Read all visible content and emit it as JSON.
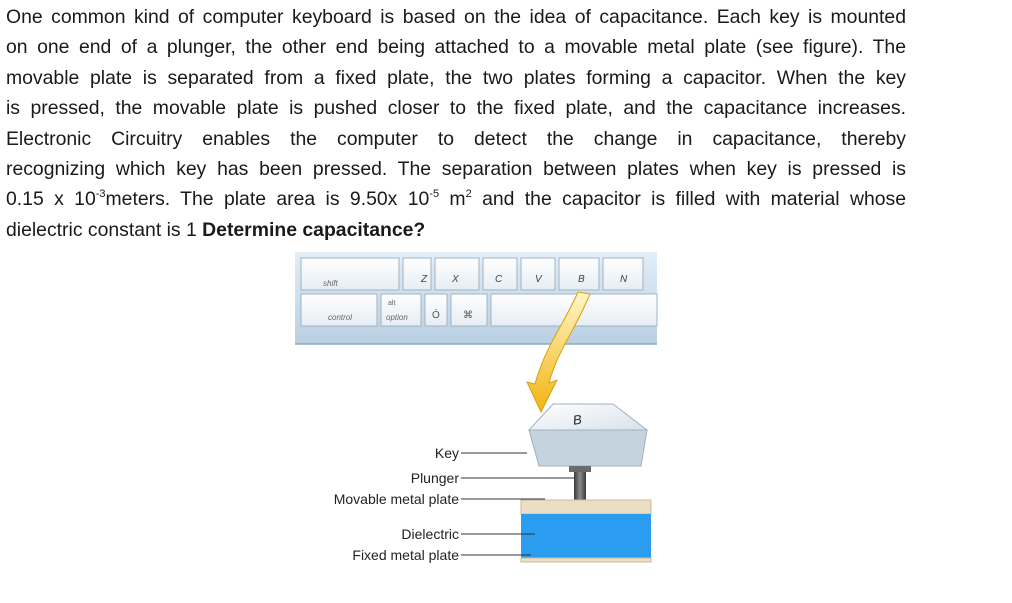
{
  "problem": {
    "line1": "One common kind of computer keyboard is based on the idea of capacitance. Each key is mounted",
    "line2": "on one end of a plunger, the other end being attached to a movable metal plate (see figure). The",
    "line3": "movable plate is separated from a fixed plate, the two plates forming a capacitor. When the key",
    "line4": "is pressed, the movable plate is pushed closer to the fixed plate, and the capacitance increases.",
    "line5": "Electronic Circuitry enables the computer to detect the change in capacitance, thereby",
    "line6": "recognizing which key has been pressed. The separation between plates when key is pressed is",
    "line7_a": "0.15 x 10",
    "line7_exp1": "-3",
    "line7_b": "meters. The plate area is 9.50x 10",
    "line7_exp2": "-5",
    "line7_c": " m",
    "line7_exp3": "2",
    "line7_d": " and the capacitor is filled with material whose",
    "line8_a": "dielectric constant is 1 ",
    "line8_bold": "Determine capacitance?"
  },
  "figure": {
    "keys": {
      "shift": "shift",
      "z": "Z",
      "x": "X",
      "c": "C",
      "v": "V",
      "b": "B",
      "n": "N",
      "control": "control",
      "alt": "alt",
      "option": "option",
      "apple": "Ó",
      "command": "⌘",
      "pressed_key": "B"
    },
    "labels": {
      "key": "Key",
      "plunger": "Plunger",
      "movable_plate": "Movable metal plate",
      "dielectric": "Dielectric",
      "fixed_plate": "Fixed metal plate"
    },
    "colors": {
      "keyboard_frame": "#cfe0ee",
      "key_face": "#f3f6f9",
      "arrow": "#f0c020",
      "plate_beige": "#eadfc4",
      "dielectric_blue": "#2a9df0",
      "plunger_gray": "#555555"
    }
  }
}
